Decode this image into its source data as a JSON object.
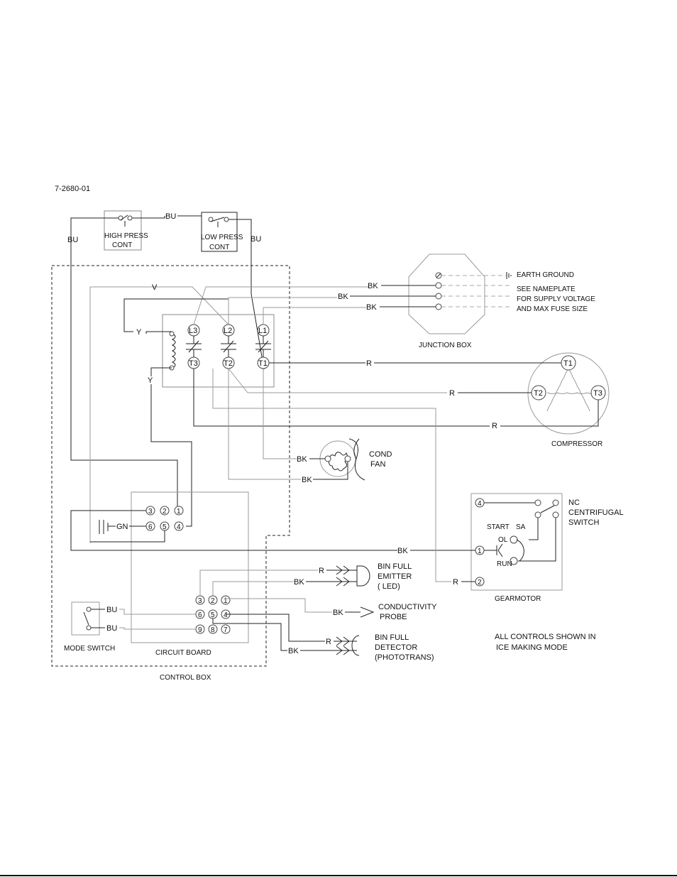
{
  "drawing_number": "7-2680-01",
  "components": {
    "high_press": [
      "HIGH PRESS",
      "CONT"
    ],
    "low_press": [
      "LOW PRESS",
      "CONT"
    ],
    "junction_box": "JUNCTION BOX",
    "earth_ground": "EARTH GROUND",
    "nameplate_note": [
      "SEE NAMEPLATE",
      "FOR SUPPLY VOLTAGE",
      "AND MAX FUSE SIZE"
    ],
    "contactor_terminals": [
      "L3",
      "L2",
      "L1",
      "T3",
      "T2",
      "T1"
    ],
    "compressor": "COMPRESSOR",
    "compressor_terminals": [
      "T1",
      "T2",
      "T3"
    ],
    "cond_fan": [
      "COND",
      "FAN"
    ],
    "gearmotor": "GEARMOTOR",
    "gearmotor_start": "START",
    "gearmotor_sa": "SA",
    "gearmotor_ol": "OL",
    "gearmotor_run": "RUN",
    "gearmotor_pins": [
      "4",
      "1",
      "2"
    ],
    "centrifugal_switch": [
      "NC",
      "CENTRIFUGAL",
      "SWITCH"
    ],
    "bin_full_emitter": [
      "BIN FULL",
      "EMITTER",
      "( LED)"
    ],
    "conductivity_probe": [
      "CONDUCTIVITY",
      "PROBE"
    ],
    "bin_full_detector": [
      "BIN FULL",
      "DETECTOR",
      "(PHOTOTRANS)"
    ],
    "mode_switch": "MODE SWITCH",
    "circuit_board": "CIRCUIT BOARD",
    "control_box": "CONTROL BOX",
    "board_top_pins": [
      "3",
      "2",
      "1",
      "6",
      "5",
      "4"
    ],
    "board_connector_pins": [
      "3",
      "2",
      "1",
      "6",
      "5",
      "4",
      "9",
      "8",
      "7"
    ],
    "note": [
      "ALL CONTROLS SHOWN IN",
      "ICE MAKING MODE"
    ]
  },
  "wire_labels": {
    "bu": "BU",
    "bk": "BK",
    "r": "R",
    "v": "V",
    "y": "Y",
    "gn": "GN"
  }
}
